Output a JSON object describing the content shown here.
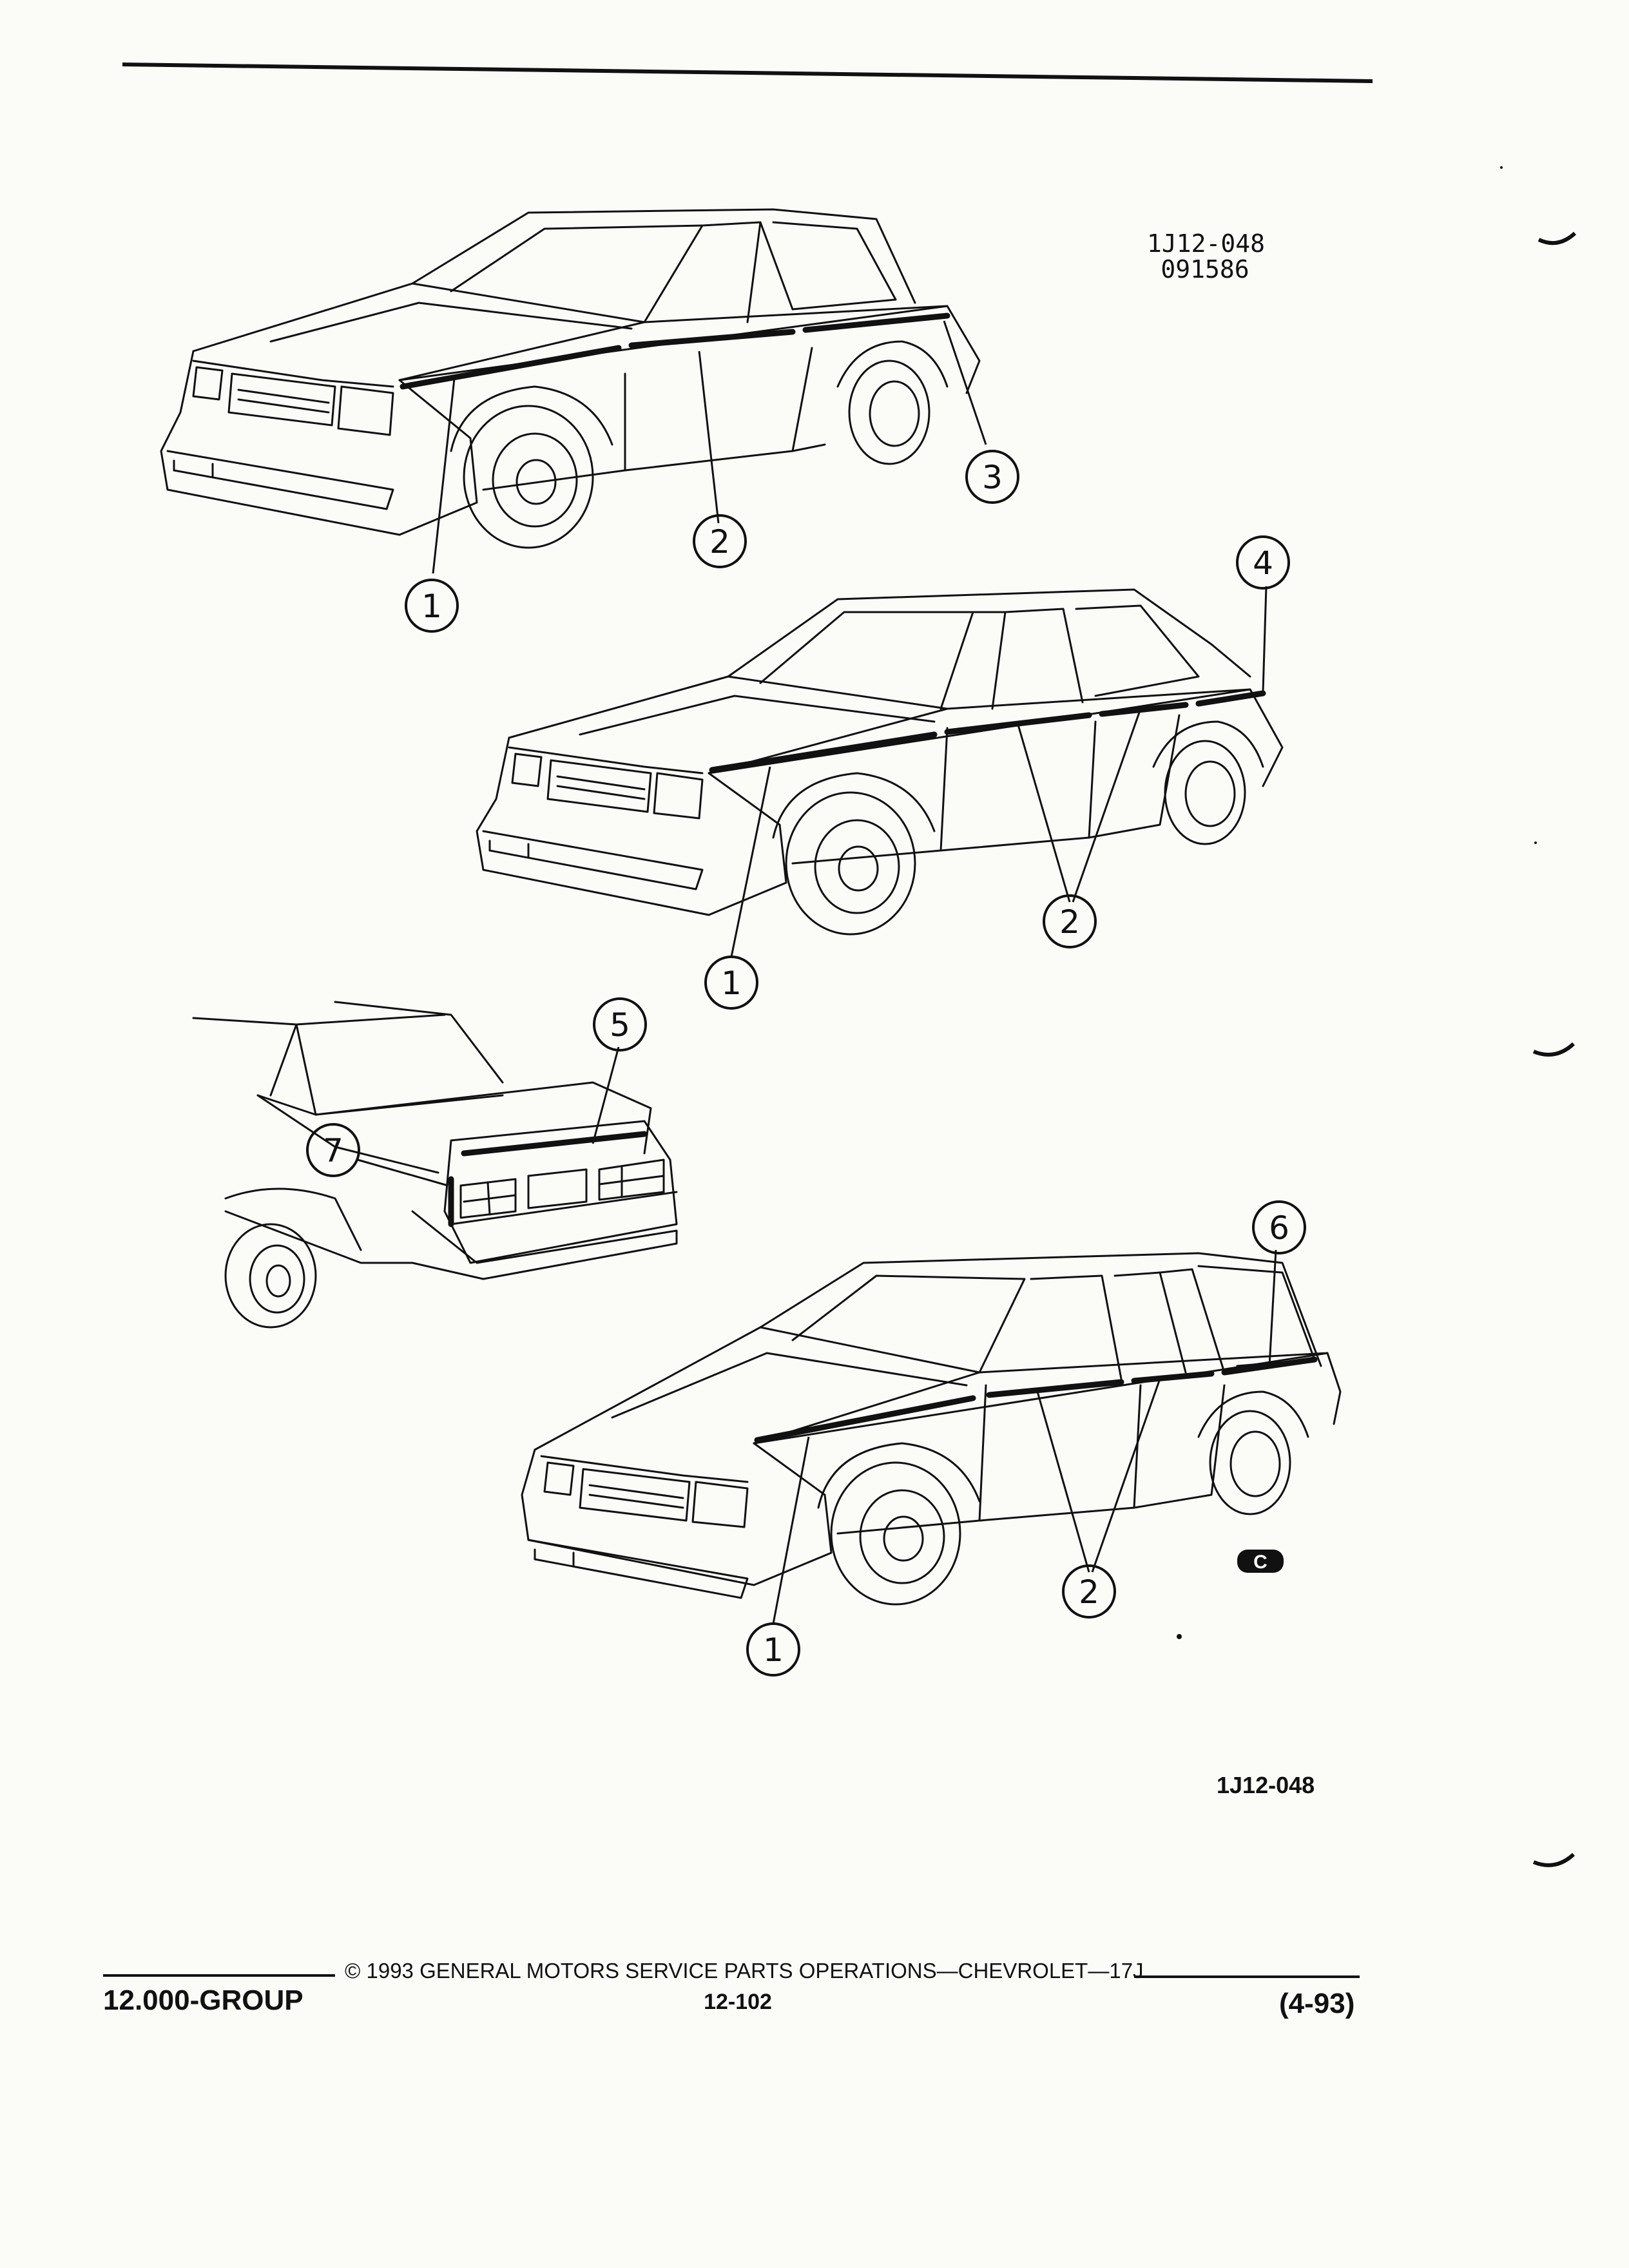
{
  "figure": {
    "code_top_line1": "1J12-048",
    "code_top_line2": "091586",
    "code_bottom": "1J12-048",
    "logo_letter": "C"
  },
  "callouts": {
    "coupe": [
      "1",
      "2",
      "3"
    ],
    "sedan": [
      "4",
      "2",
      "1"
    ],
    "rear": [
      "5",
      "7"
    ],
    "wagon": [
      "6",
      "2",
      "1"
    ]
  },
  "footer": {
    "group": "12.000-GROUP",
    "copyright": "© 1993 GENERAL MOTORS SERVICE PARTS OPERATIONS—CHEVROLET—17J",
    "page": "12-102",
    "date": "(4-93)"
  },
  "colors": {
    "ink": "#111111",
    "paper": "#fbfbf8"
  }
}
